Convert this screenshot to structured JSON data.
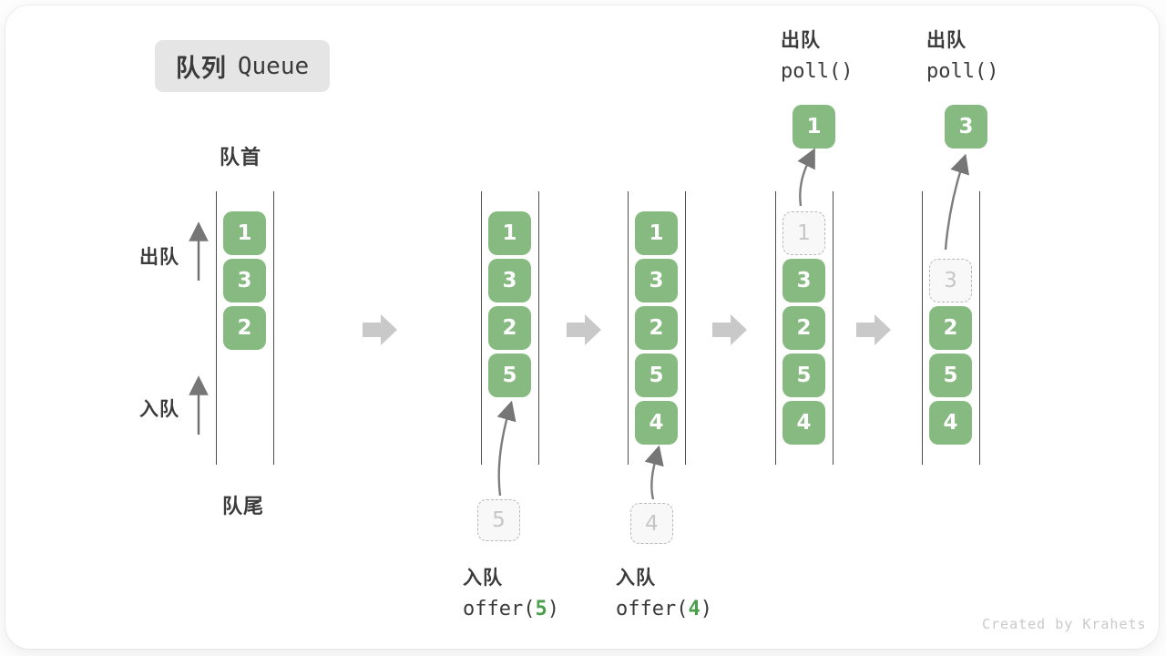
{
  "title": {
    "zh": "队列",
    "en": "Queue"
  },
  "labels": {
    "front": "队首",
    "rear": "队尾",
    "dequeue": "出队",
    "enqueue": "入队"
  },
  "columns": {
    "c1": {
      "s0": "1",
      "s1": "3",
      "s2": "2"
    },
    "c2": {
      "s0": "1",
      "s1": "3",
      "s2": "2",
      "s3": "5"
    },
    "c3": {
      "s0": "1",
      "s1": "3",
      "s2": "2",
      "s3": "5",
      "s4": "4"
    },
    "c4": {
      "ghost": "1",
      "s1": "3",
      "s2": "2",
      "s3": "5",
      "s4": "4",
      "popped": "1"
    },
    "c5": {
      "ghost": "3",
      "s2": "2",
      "s3": "5",
      "s4": "4",
      "popped": "3"
    }
  },
  "incoming": {
    "v5": "5",
    "v4": "4"
  },
  "annotations": {
    "offer5": {
      "label": "入队",
      "fn_open": "offer(",
      "arg": "5",
      "fn_close": ")"
    },
    "offer4": {
      "label": "入队",
      "fn_open": "offer(",
      "arg": "4",
      "fn_close": ")"
    },
    "poll1": {
      "label": "出队",
      "fn": "poll()"
    },
    "poll2": {
      "label": "出队",
      "fn": "poll()"
    }
  },
  "colors": {
    "item_green": "#86ba81",
    "code_green": "#4b9e4b",
    "step_arrow_gray": "#c9c9c9",
    "title_bg": "#e5e5e5",
    "text_dark": "#3b3b3b"
  },
  "watermark": "Created by Krahets"
}
